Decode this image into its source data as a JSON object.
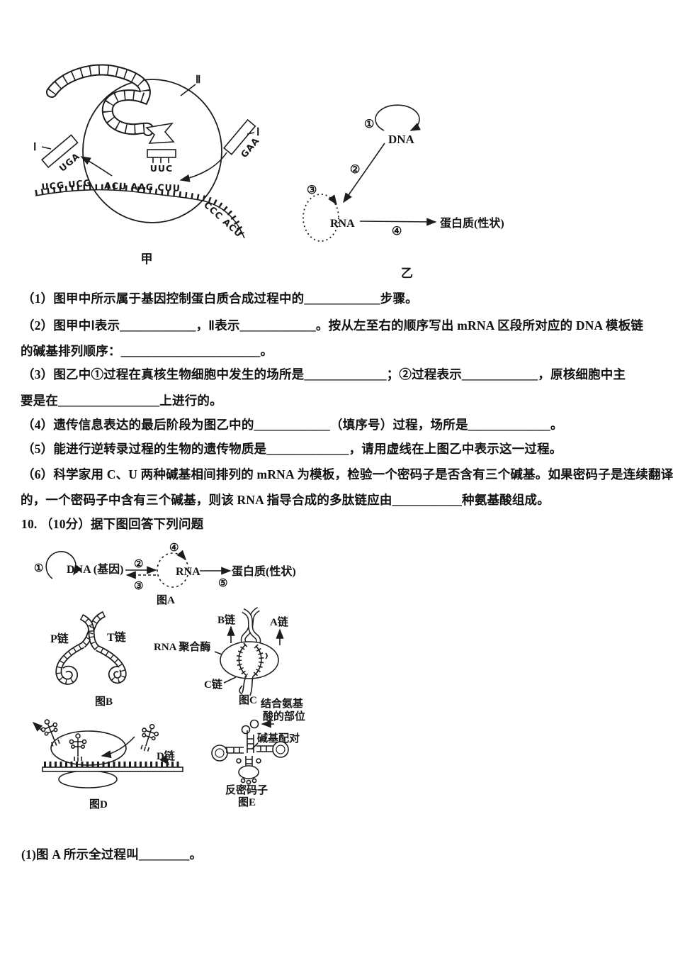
{
  "figure_jia": {
    "caption": "甲",
    "label_ii": "Ⅱ",
    "label_i_left": "Ⅰ",
    "label_i_right": "Ⅰ",
    "anticodon_left": "UGA",
    "anticodon_center": "UUC",
    "anticodon_right": "GAA",
    "mrna_codons_left": "UCG UCG",
    "mrna_codons_center": "ACU AAG CUU",
    "mrna_codons_right": "CCC ACU"
  },
  "figure_yi": {
    "caption": "乙",
    "num1": "①",
    "num2": "②",
    "num3": "③",
    "num4": "④",
    "dna_label": "DNA",
    "rna_label": "RNA",
    "protein_label": "蛋白质(性状)"
  },
  "questions": {
    "q1": "（1）图甲中所示属于基因控制蛋白质合成过程中的____________步骤。",
    "q2_line1": "（2）图甲中Ⅰ表示____________，Ⅱ表示____________。按从左至右的顺序写出 mRNA 区段所对应的 DNA 模板链",
    "q2_line2": "的碱基排列顺序：______________________。",
    "q3_line1": "（3）图乙中①过程在真核生物细胞中发生的场所是_____________；②过程表示____________，原核细胞中主",
    "q3_line2": "要是在________________上进行的。",
    "q4": "（4）遗传信息表达的最后阶段为图乙中的____________（填序号）过程，场所是_____________。",
    "q5": "（5）能进行逆转录过程的生物的遗传物质是_____________，请用虚线在上图乙中表示这一过程。",
    "q6_line1": "（6）科学家用 C、U 两种碱基相间排列的 mRNA 为模板，检验一个密码子是否含有三个碱基。如果密码子是连续翻译",
    "q6_line2": "的，一个密码子中含有三个碱基，则该 RNA 指导合成的多肽链应由___________种氨基酸组成。",
    "q10_header": "10. （10分）据下图回答下列问题",
    "q10_sub1": "(1)图 A 所示全过程叫________。"
  },
  "figure_a": {
    "caption": "图A",
    "num1": "①",
    "num2": "②",
    "num3": "③",
    "num4": "④",
    "num5": "⑤",
    "dna_label": "DNA (基因)",
    "rna_label": "RNA",
    "protein_label": "蛋白质(性状)"
  },
  "figure_b": {
    "caption": "图B",
    "p_chain": "P链",
    "t_chain": "T链"
  },
  "figure_c": {
    "caption": "图C",
    "b_chain": "B链",
    "a_chain": "A链",
    "c_chain": "C链",
    "polymerase": "RNA 聚合酶"
  },
  "figure_d": {
    "caption": "图D",
    "d_chain": "D链"
  },
  "figure_e": {
    "caption": "图E",
    "amino_site_line1": "结合氨基",
    "amino_site_line2": "酸的部位",
    "base_pairing": "碱基配对",
    "anticodon": "反密码子"
  }
}
